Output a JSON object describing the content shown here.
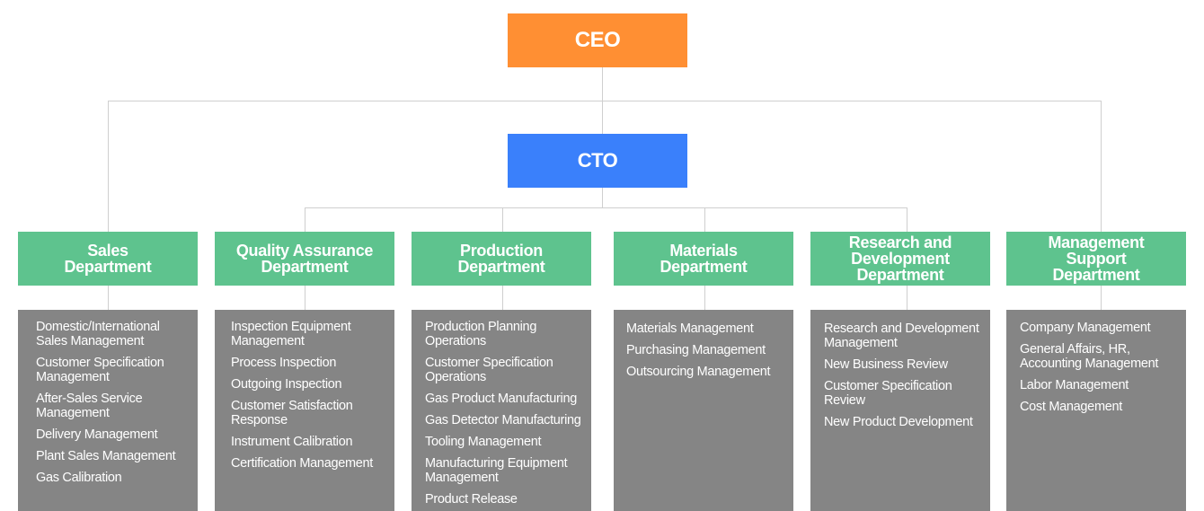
{
  "colors": {
    "ceo": "#ff8f33",
    "cto": "#3a80fb",
    "department": "#5ec38e",
    "duties": "#858585",
    "connector": "#cfcfcf"
  },
  "ceo": {
    "label": "CEO"
  },
  "cto": {
    "label": "CTO"
  },
  "departments": [
    {
      "title": "Sales\nDepartment",
      "duties": [
        "Domestic/International Sales Management",
        "Customer Specification Management",
        "After-Sales Service Management",
        "Delivery Management",
        "Plant Sales Management",
        "Gas Calibration"
      ]
    },
    {
      "title": "Quality Assurance\nDepartment",
      "duties": [
        "Inspection Equipment Management",
        "Process Inspection",
        "Outgoing Inspection",
        "Customer Satisfaction Response",
        "Instrument Calibration",
        "Certification Management"
      ]
    },
    {
      "title": "Production\nDepartment",
      "duties": [
        "Production Planning Operations",
        "Customer Specification Operations",
        "Gas Product Manufacturing",
        "Gas Detector Manufacturing",
        "Tooling Management",
        "Manufacturing Equipment Management",
        "Product Release"
      ]
    },
    {
      "title": "Materials\nDepartment",
      "duties": [
        "Materials Management",
        "Purchasing Management",
        "Outsourcing Management"
      ]
    },
    {
      "title": "Research and\nDevelopment\nDepartment",
      "duties": [
        "Research and Development Management",
        "New Business Review",
        "Customer Specification Review",
        "New Product Development"
      ]
    },
    {
      "title": "Management\nSupport\nDepartment",
      "duties": [
        "Company Management",
        "General Affairs, HR, Accounting Management",
        "Labor Management",
        "Cost Management"
      ]
    }
  ]
}
